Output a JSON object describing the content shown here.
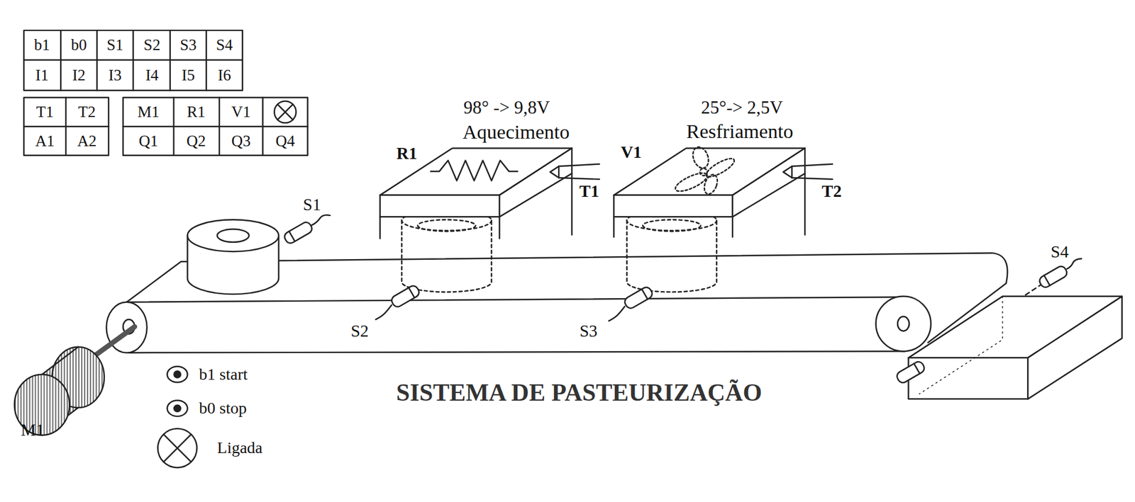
{
  "diagram": {
    "title": "SISTEMA DE PASTEURIZAÇÃO",
    "labels": [
      "b1",
      "b0",
      "S1",
      "S2",
      "S3",
      "S4",
      "I1",
      "I2",
      "I3",
      "I4",
      "I5",
      "I6",
      "T1",
      "T2",
      "A1",
      "A2",
      "M1",
      "R1",
      "V1",
      "Q1",
      "Q2",
      "Q3",
      "Q4",
      "98° -> 9,8V",
      "Aquecimento",
      "25°-> 2,5V",
      "Resfriamento",
      "R1",
      "T1",
      "V1",
      "T2",
      "S1",
      "S2",
      "S3",
      "S4",
      "M1"
    ],
    "legend": [
      {
        "text": "b1 start"
      },
      {
        "text": "b0 stop"
      },
      {
        "text": "Ligada"
      }
    ]
  }
}
